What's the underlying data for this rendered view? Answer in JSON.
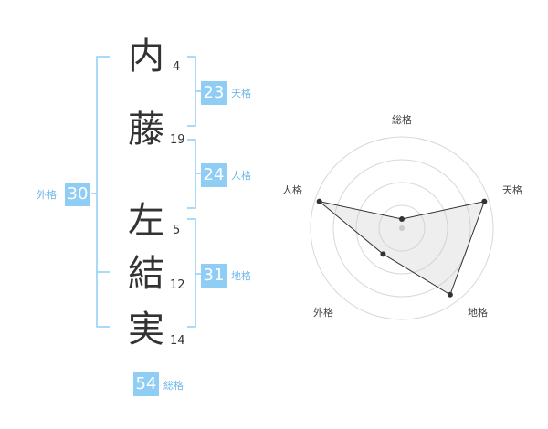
{
  "name": {
    "chars": [
      {
        "char": "内",
        "strokes": "4"
      },
      {
        "char": "藤",
        "strokes": "19"
      },
      {
        "char": "左",
        "strokes": "5"
      },
      {
        "char": "結",
        "strokes": "12"
      },
      {
        "char": "実",
        "strokes": "14"
      }
    ]
  },
  "fortunes": {
    "tenkaku": {
      "value": "23",
      "label": "天格"
    },
    "jinkaku": {
      "value": "24",
      "label": "人格"
    },
    "chikaku": {
      "value": "31",
      "label": "地格"
    },
    "gaikaku": {
      "value": "30",
      "label": "外格"
    },
    "soukaku": {
      "value": "54",
      "label": "総格"
    }
  },
  "colors": {
    "accent": "#8fcdf5",
    "bracket": "#8fcdf5",
    "text": "#333333"
  },
  "radar": {
    "labels": {
      "top": "総格",
      "right": "天格",
      "bottom_right": "地格",
      "bottom_left": "外格",
      "left": "人格"
    },
    "rings": 4,
    "values": [
      0.1,
      0.95,
      0.9,
      0.35,
      0.95
    ]
  }
}
